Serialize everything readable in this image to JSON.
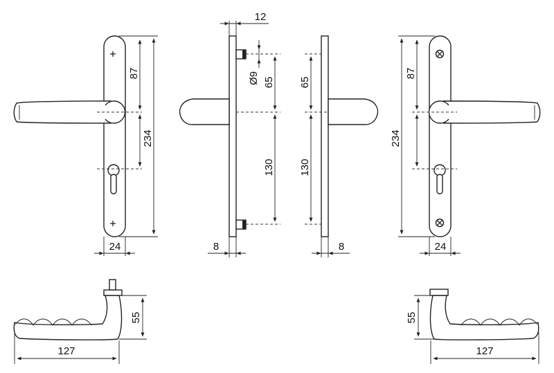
{
  "dimensions": {
    "front_left_axis_to_cylinder": "87",
    "front_left_overall_length": "234",
    "front_left_plate_width": "24",
    "side_left_spindle_offset": "12",
    "side_left_screw_diameter": "Ø9",
    "side_left_upper_screw": "65",
    "side_left_lower_screw": "130",
    "side_left_plate_thickness": "8",
    "side_right_upper_screw": "65",
    "side_right_lower_screw": "130",
    "side_right_plate_thickness": "8",
    "front_right_axis_to_cylinder": "87",
    "front_right_overall_length": "234",
    "front_right_plate_width": "24",
    "lever_left_height": "55",
    "lever_left_length": "127",
    "lever_right_height": "55",
    "lever_right_length": "127"
  },
  "colors": {
    "line": "#222222",
    "background": "#ffffff"
  },
  "icons": [
    "screw-plus-icon",
    "screw-cross-icon",
    "cylinder-keyhole-icon"
  ]
}
